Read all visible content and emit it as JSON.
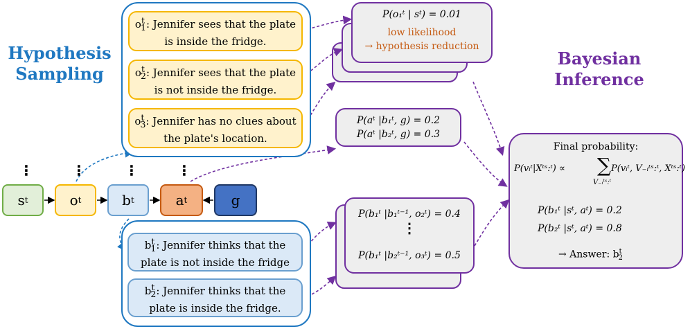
{
  "headings": {
    "left_line1": "Hypothesis",
    "left_line2": "Sampling",
    "right": "Bayesian Inference"
  },
  "colors": {
    "left_heading": "#1f78c1",
    "right_heading": "#7030a0",
    "obs_fill": "#fff2cc",
    "obs_border": "#f5b700",
    "belief_fill": "#dbe9f7",
    "belief_border": "#6a9fcf",
    "arrow_purple": "#7030a0",
    "arrow_blue": "#1f78c1",
    "low_likelihood": "#c55a11"
  },
  "nodes": {
    "s": "s",
    "o": "o",
    "b": "b",
    "a": "a",
    "g": "g",
    "sup": "t",
    "dots": "⋮"
  },
  "observations": [
    {
      "prefix": "o",
      "sup": "t",
      "sub": "1",
      "text": ": Jennifer sees that the plate is inside the fridge."
    },
    {
      "prefix": "o",
      "sup": "t",
      "sub": "2",
      "text": ": Jennifer sees that the plate is not inside the fridge."
    },
    {
      "prefix": "o",
      "sup": "t",
      "sub": "3",
      "text": ": Jennifer has no clues about the plate's location."
    }
  ],
  "beliefs": [
    {
      "prefix": "b",
      "sup": "t",
      "sub": "1",
      "text": ": Jennifer thinks that the plate is not inside the fridge"
    },
    {
      "prefix": "b",
      "sup": "t",
      "sub": "2",
      "text": ": Jennifer thinks that the plate is inside the fridge."
    }
  ],
  "obs_likelihood": {
    "formula": "P(o₁ᵗ | sᵗ) = 0.01",
    "note_line1": "low likelihood",
    "note_line2": "→ hypothesis reduction"
  },
  "action_likelihood": {
    "line1": "P(aᵗ |b₁ᵗ, g) = 0.2",
    "line2": "P(aᵗ |b₂ᵗ, g) = 0.3"
  },
  "belief_likelihood": {
    "line1": "P(b₁ᵗ |b₁ᵗ⁻¹, o₂ᵗ) = 0.4",
    "dots": "⋮",
    "line2": "P(b₁ᵗ |b₂ᵗ⁻¹, o₃ᵗ) = 0.5"
  },
  "final": {
    "title": "Final probability:",
    "formula_left": "P(vᵢᵗ|Xᵗˢ:ᵗ) ∝",
    "sum_symbol": "∑",
    "sum_sub": "V₋ᵢᵗˢ:ᵗ",
    "formula_right": "P(vᵢᵗ, V₋ᵢᵗˢ:ᵗ, Xᵗˢ:ᵗ)",
    "line1": "P(b₁ᵗ |sᵗ, aᵗ) = 0.2",
    "line2": "P(b₂ᵗ |sᵗ, aᵗ) = 0.8",
    "answer_prefix": "→ Answer: b",
    "answer_sup": "t",
    "answer_sub": "2"
  },
  "icons": {
    "wrong": "cross-icon",
    "right": "check-icon"
  }
}
